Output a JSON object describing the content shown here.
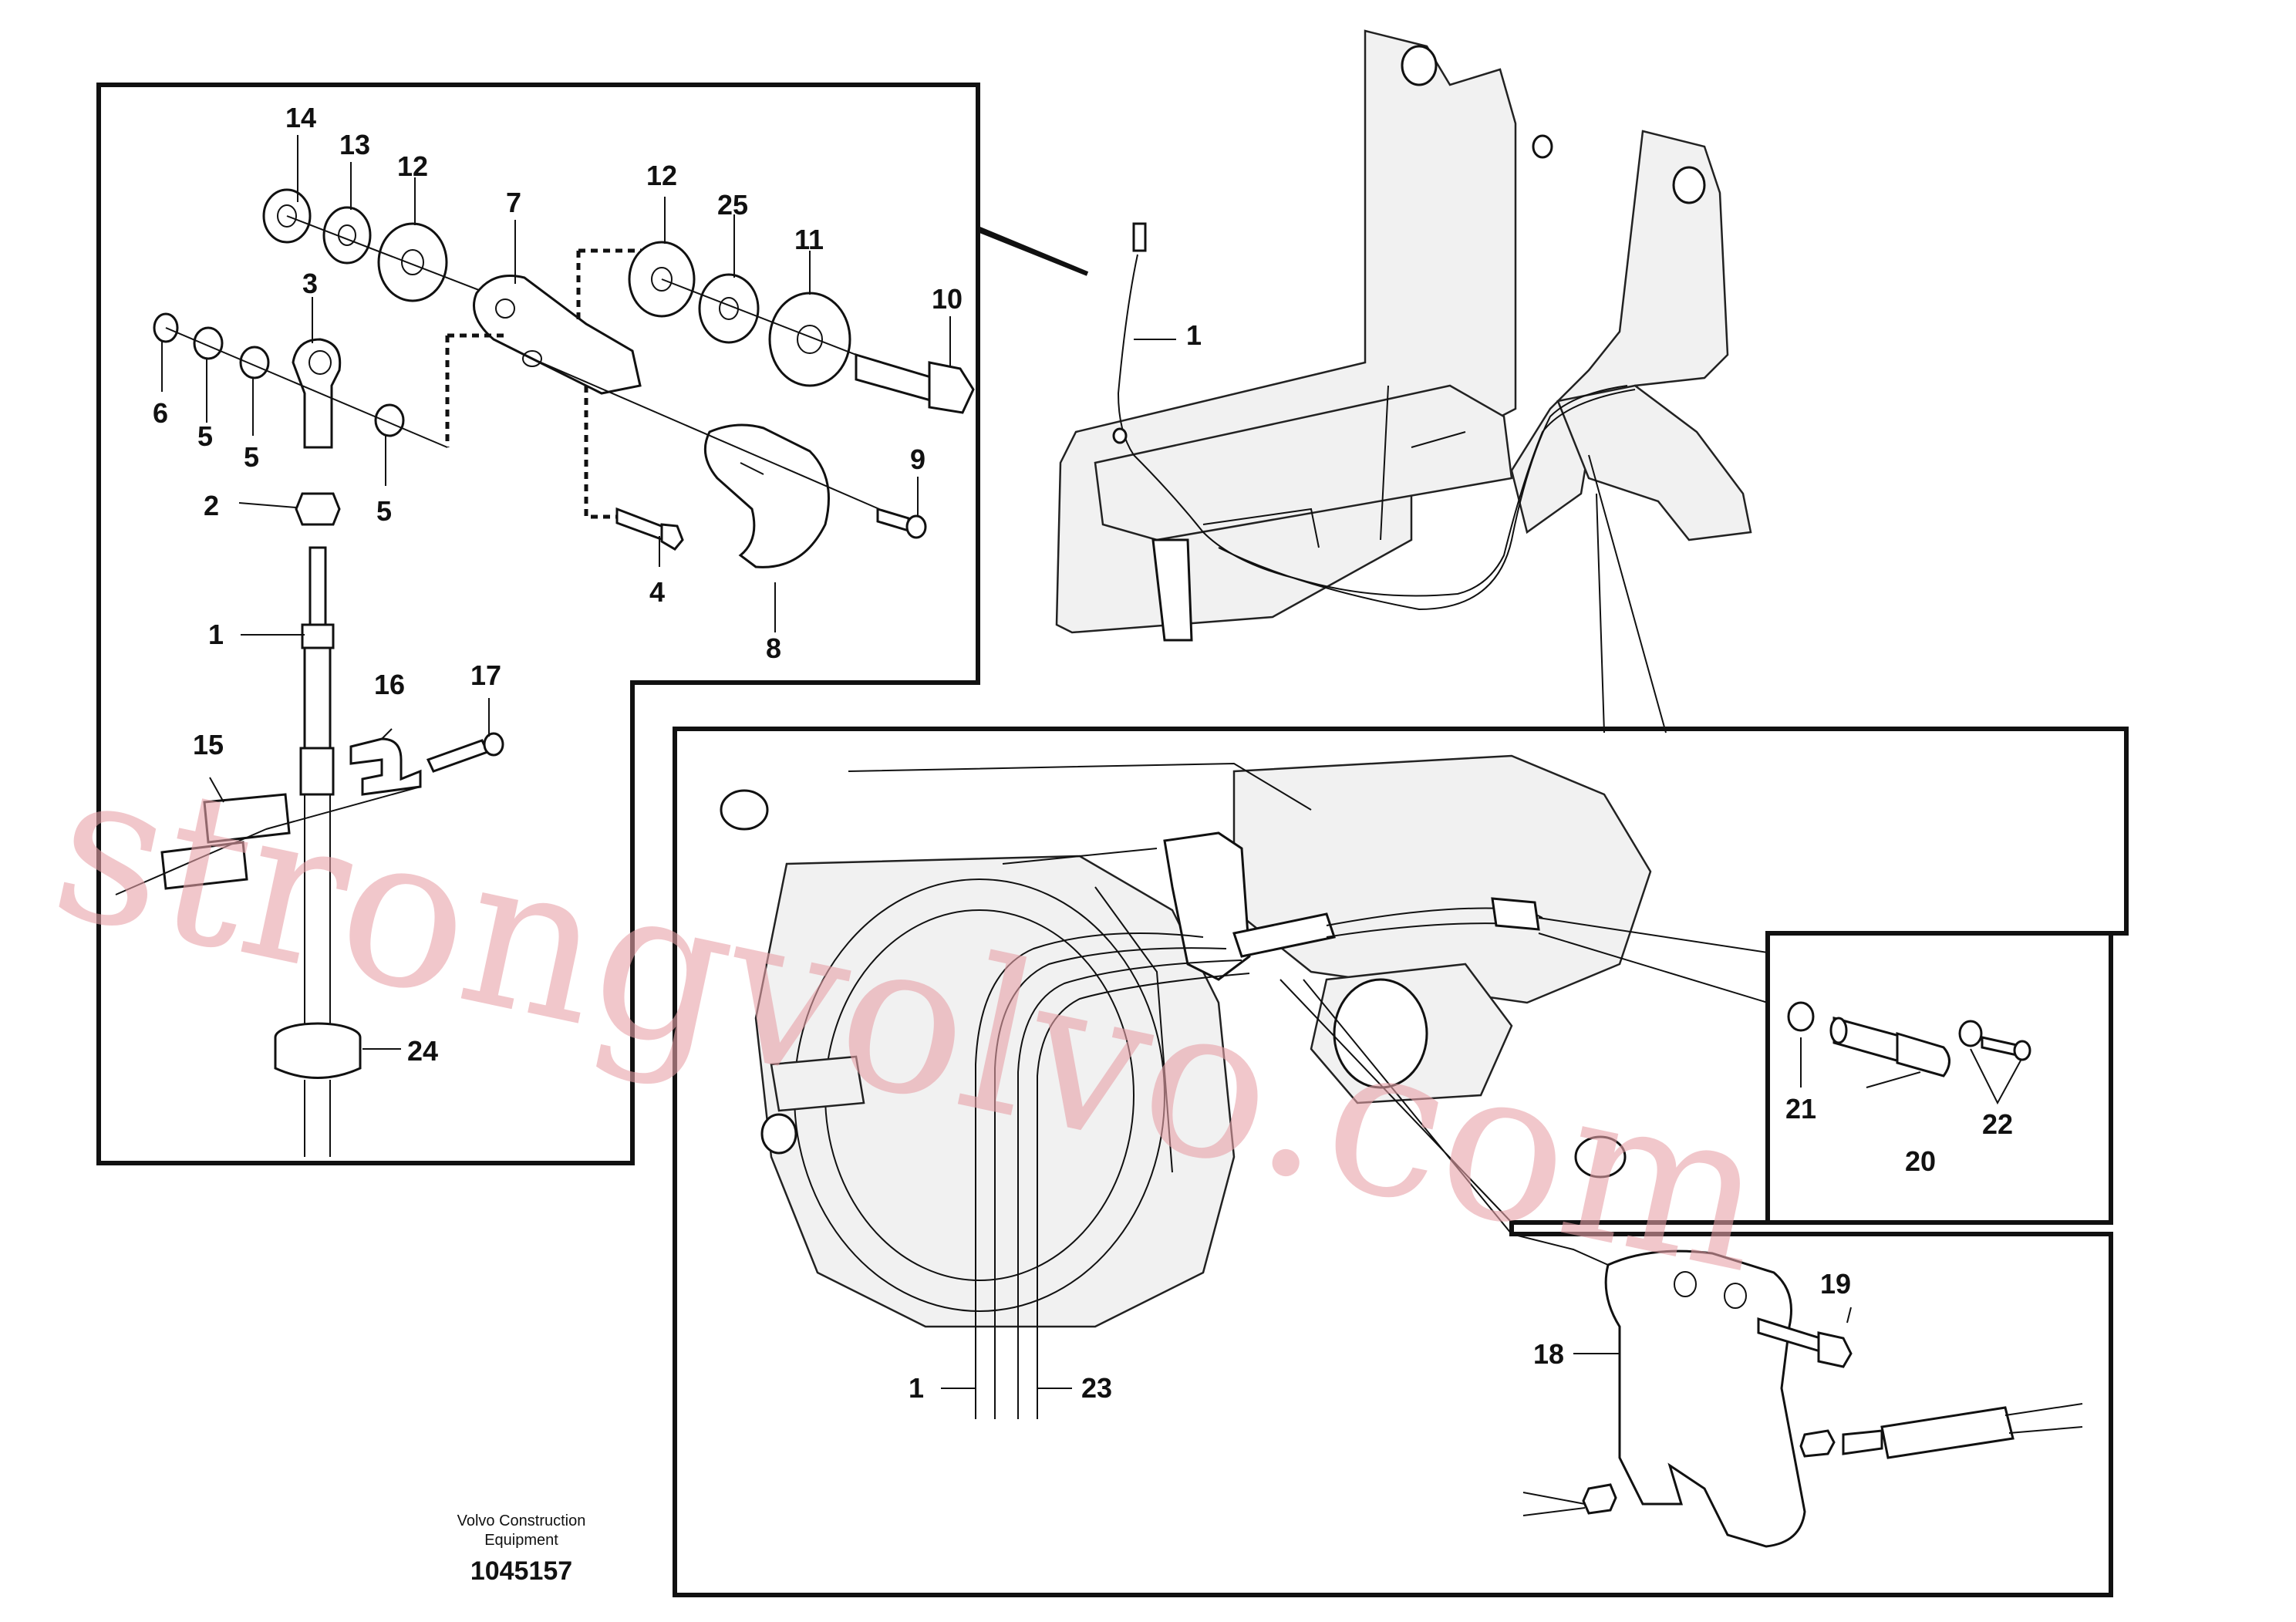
{
  "labels": {
    "l1a": "1",
    "l2": "2",
    "l3": "3",
    "l4": "4",
    "l5a": "5",
    "l5b": "5",
    "l5c": "5",
    "l6": "6",
    "l7": "7",
    "l8": "8",
    "l9": "9",
    "l10": "10",
    "l11": "11",
    "l12a": "12",
    "l12b": "12",
    "l13": "13",
    "l14": "14",
    "l15": "15",
    "l16": "16",
    "l17": "17",
    "l24": "24",
    "l25": "25",
    "l1b": "1",
    "l1c": "1",
    "l18": "18",
    "l19": "19",
    "l20": "20",
    "l21": "21",
    "l22": "22",
    "l23": "23"
  },
  "footer": {
    "brand_line1": "Volvo Construction",
    "brand_line2": "Equipment",
    "doc_number": "1045157"
  },
  "watermark": "strongvolvo.com",
  "colors": {
    "watermark": "#e7a1a8",
    "line": "#111111"
  }
}
